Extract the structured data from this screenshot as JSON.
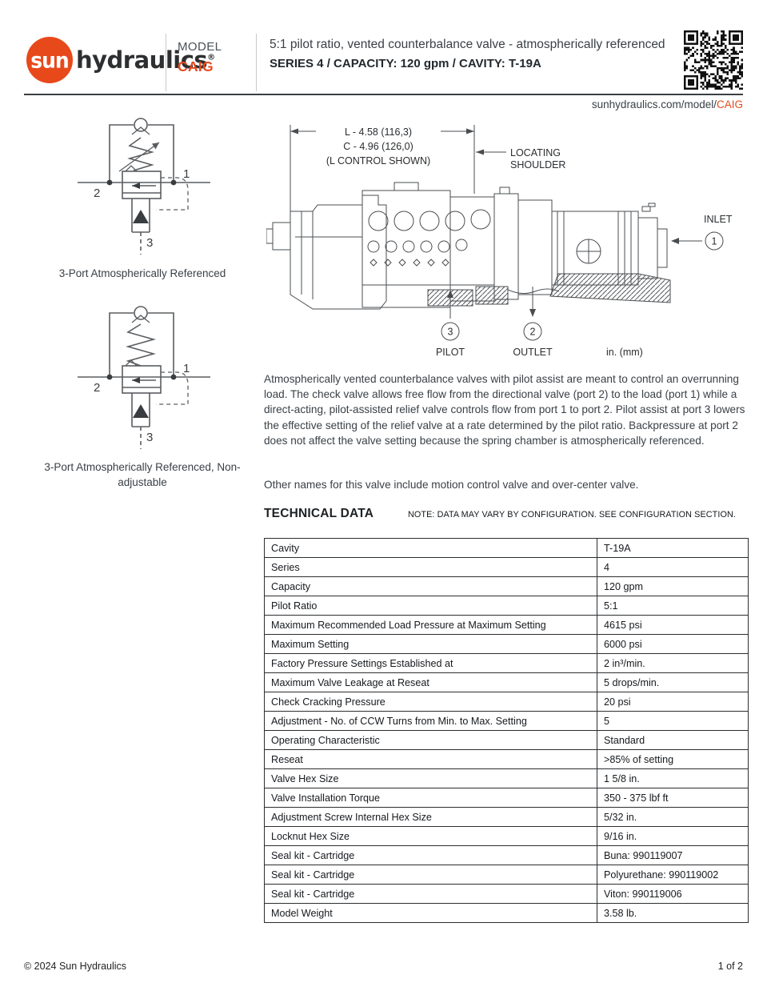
{
  "header": {
    "logo": {
      "sun": "sun",
      "hydraulics": "hydraulics",
      "registered": "®"
    },
    "model_label": "MODEL",
    "model_code": "CAIG",
    "title": "5:1 pilot ratio, vented counterbalance valve - atmospherically referenced",
    "series_line": "SERIES 4 / CAPACITY: 120 gpm / CAVITY: T-19A",
    "website_prefix": "sunhydraulics.com/model/",
    "website_model": "CAIG"
  },
  "schematics": {
    "first_caption": "3-Port Atmospherically Referenced",
    "second_caption_line1": "3-Port Atmospherically Referenced, Non-",
    "second_caption_line2": "adjustable",
    "ports": {
      "p1": "1",
      "p2": "2",
      "p3": "3"
    }
  },
  "drawing": {
    "dim_line1": "L - 4.58 (116,3)",
    "dim_line2": "C - 4.96 (126,0)",
    "dim_line3": "(L CONTROL SHOWN)",
    "locating_line1": "LOCATING",
    "locating_line2": "SHOULDER",
    "inlet": "INLET",
    "pilot": "PILOT",
    "outlet": "OUTLET",
    "units": "in. (mm)",
    "port_inlet": "1",
    "port_outlet": "2",
    "port_pilot": "3"
  },
  "description": {
    "para1": "Atmospherically vented counterbalance valves with pilot assist are meant to control an overrunning load. The check valve allows free flow from the directional valve (port 2) to the load (port 1) while a direct-acting, pilot-assisted relief valve controls flow from port 1 to port 2. Pilot assist at port 3 lowers the effective setting of the relief valve at a rate determined by the pilot ratio. Backpressure at port 2 does not affect the valve setting because the spring chamber is atmospherically referenced.",
    "para2": "Other names for this valve include motion control valve and over-center valve."
  },
  "technical_data": {
    "heading": "TECHNICAL DATA",
    "note": "NOTE: DATA MAY VARY BY CONFIGURATION. SEE CONFIGURATION SECTION.",
    "rows": [
      {
        "label": "Cavity",
        "value": "T-19A"
      },
      {
        "label": "Series",
        "value": "4"
      },
      {
        "label": "Capacity",
        "value": "120 gpm"
      },
      {
        "label": "Pilot Ratio",
        "value": "5:1"
      },
      {
        "label": "Maximum Recommended Load Pressure at Maximum Setting",
        "value": "4615 psi"
      },
      {
        "label": "Maximum Setting",
        "value": "6000 psi"
      },
      {
        "label": "Factory Pressure Settings Established at",
        "value": "2 in³/min."
      },
      {
        "label": "Maximum Valve Leakage at Reseat",
        "value": "5 drops/min."
      },
      {
        "label": "Check Cracking Pressure",
        "value": "20 psi"
      },
      {
        "label": "Adjustment - No. of CCW Turns from Min. to Max. Setting",
        "value": "5"
      },
      {
        "label": "Operating Characteristic",
        "value": "Standard"
      },
      {
        "label": "Reseat",
        "value": ">85% of setting"
      },
      {
        "label": "Valve Hex Size",
        "value": "1 5/8 in."
      },
      {
        "label": "Valve Installation Torque",
        "value": "350 - 375 lbf ft"
      },
      {
        "label": "Adjustment Screw Internal Hex Size",
        "value": "5/32 in."
      },
      {
        "label": "Locknut Hex Size",
        "value": "9/16 in."
      },
      {
        "label": "Seal kit - Cartridge",
        "value": "Buna: 990119007"
      },
      {
        "label": "Seal kit - Cartridge",
        "value": "Polyurethane: 990119002"
      },
      {
        "label": "Seal kit - Cartridge",
        "value": "Viton: 990119006"
      },
      {
        "label": "Model Weight",
        "value": "3.58 lb."
      }
    ]
  },
  "footer": {
    "copyright": "© 2024 Sun Hydraulics",
    "page_number": "1 of 2"
  },
  "colors": {
    "accent": "#e8491b",
    "ink": "#3a4046"
  }
}
